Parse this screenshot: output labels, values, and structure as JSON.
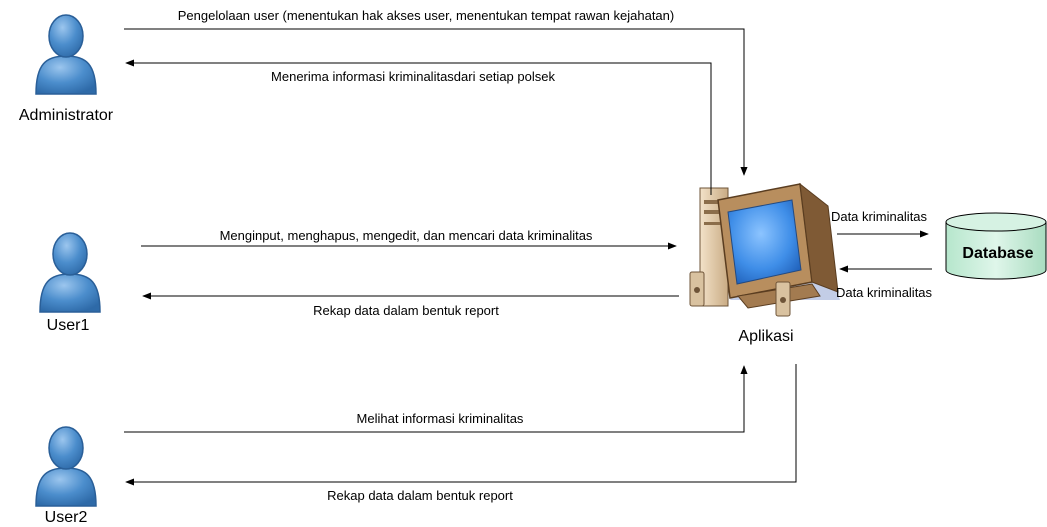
{
  "nodes": {
    "administrator": "Administrator",
    "user1": "User1",
    "user2": "User2",
    "aplikasi": "Aplikasi",
    "database": "Database"
  },
  "edges": {
    "admin_to_app": "Pengelolaan user (menentukan hak akses user, menentukan tempat rawan kejahatan)",
    "app_to_admin": "Menerima informasi kriminalitasdari setiap polsek",
    "user1_to_app": "Menginput, menghapus, mengedit, dan mencari data kriminalitas",
    "app_to_user1": "Rekap data dalam bentuk report",
    "user2_to_app": "Melihat informasi kriminalitas",
    "app_to_user2": "Rekap data dalam bentuk report",
    "app_to_db": "Data kriminalitas",
    "db_to_app": "Data kriminalitas"
  },
  "icons": {
    "actor": "user-person-icon",
    "computer": "desktop-computer-icon",
    "database": "database-cylinder-icon"
  },
  "colors": {
    "actor_fill": "#3d7fc0",
    "actor_light": "#7db3e6",
    "monitor_screen": "#3f8ee8",
    "database_fill": "#c8ecd9",
    "line": "#000000"
  }
}
